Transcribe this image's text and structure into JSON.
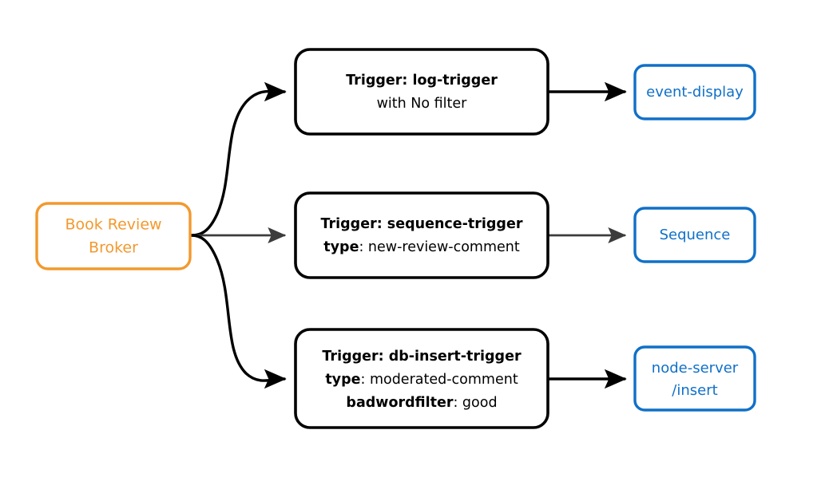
{
  "diagram": {
    "type": "event-broker-trigger-flow",
    "background": "#ffffff",
    "colors": {
      "broker_stroke": "#f2992e",
      "broker_text": "#f2992e",
      "sink_stroke": "#1070c8",
      "sink_text": "#1070c8",
      "trigger_stroke": "#000000",
      "trigger_text": "#000000",
      "edge_black": "#000000",
      "edge_gray": "#3c3c3c"
    },
    "source": {
      "id": "broker",
      "line1": "Book Review",
      "line2": "Broker"
    },
    "rows": [
      {
        "id": "row-log",
        "trigger": {
          "lines": [
            {
              "bold": "Trigger: log-trigger",
              "regular": ""
            },
            {
              "bold": "",
              "regular": "with No filter"
            }
          ]
        },
        "sink": {
          "lines": [
            "event-display"
          ]
        },
        "edge_color": "#000000"
      },
      {
        "id": "row-sequence",
        "trigger": {
          "lines": [
            {
              "bold": "Trigger: sequence-trigger",
              "regular": ""
            },
            {
              "bold": "type",
              "regular": ": new-review-comment"
            }
          ]
        },
        "sink": {
          "lines": [
            "Sequence"
          ]
        },
        "edge_color": "#3c3c3c"
      },
      {
        "id": "row-db-insert",
        "trigger": {
          "lines": [
            {
              "bold": "Trigger: db-insert-trigger",
              "regular": ""
            },
            {
              "bold": "type",
              "regular": ": moderated-comment"
            },
            {
              "bold": "badwordfilter",
              "regular": ": good"
            }
          ]
        },
        "sink": {
          "lines": [
            "node-server",
            "/insert"
          ]
        },
        "edge_color": "#000000"
      }
    ]
  }
}
